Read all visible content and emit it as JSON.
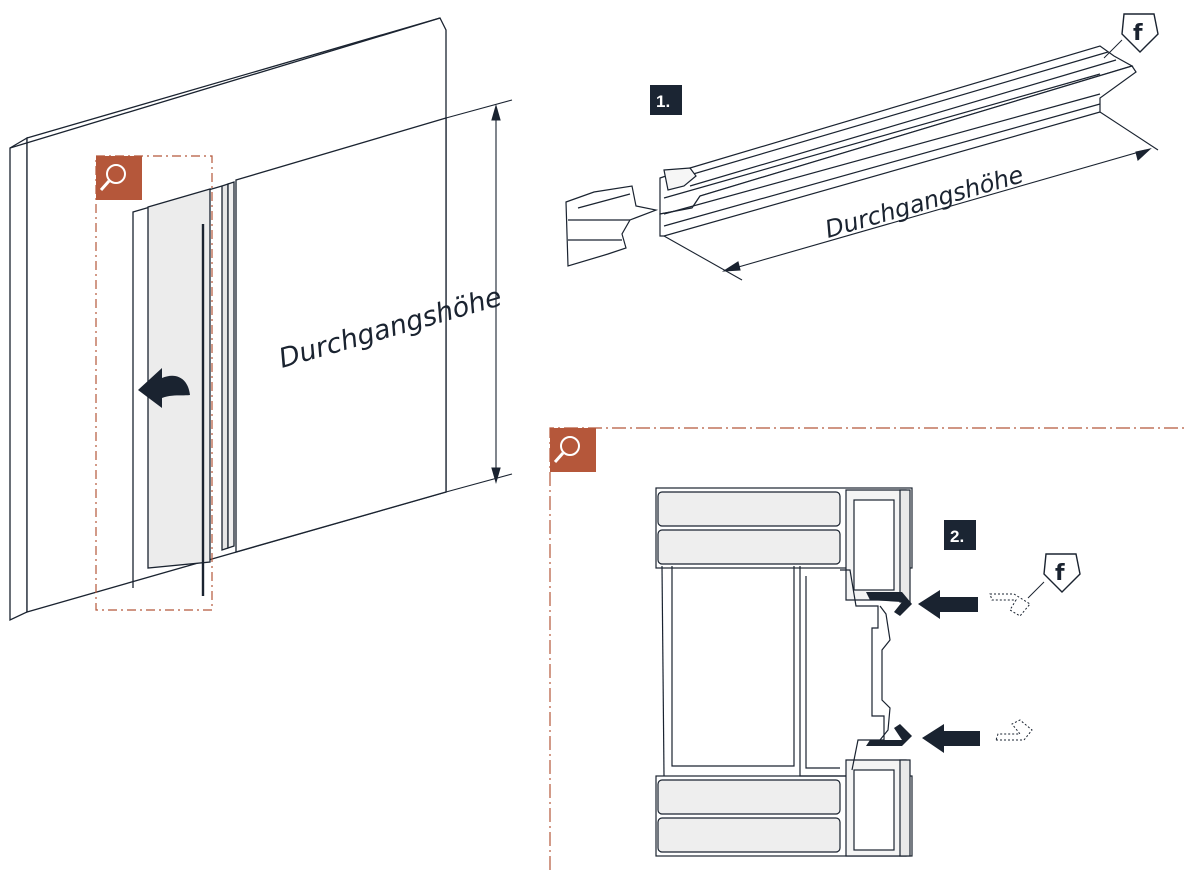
{
  "labels": {
    "dimension_left": "Durchgangshöhe",
    "dimension_right": "Durchgangshöhe",
    "step_1": "1.",
    "step_2": "2.",
    "marker_top": "f",
    "marker_detail": "f"
  },
  "icons": {
    "zoom_left": "magnifier-icon",
    "zoom_detail": "magnifier-icon",
    "arrow_left_panel": "curved-arrow-icon",
    "arrow_detail_top": "push-arrow-icon",
    "arrow_detail_bottom": "push-arrow-icon"
  },
  "colors": {
    "line": "#1a2330",
    "panel_fill": "#f2f2f2",
    "accent": "#b5573a",
    "step_badge": "#1b2533",
    "dash": "#b5573a"
  }
}
